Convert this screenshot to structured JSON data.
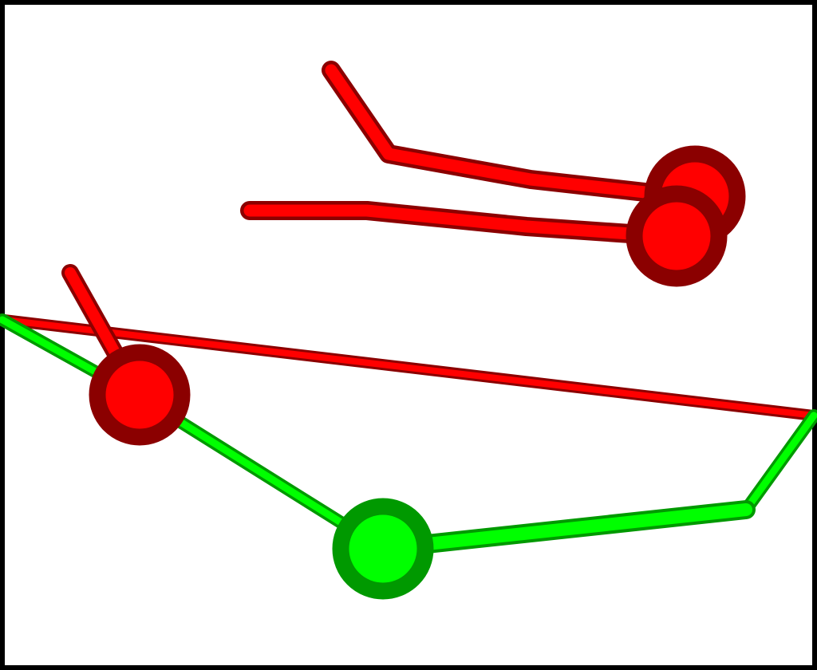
{
  "scene": {
    "background_color": "#ffffff",
    "border_color": "#000000",
    "teams": [
      {
        "team": "red",
        "fill_color": "#ff0000",
        "outline_color": "#8b0000"
      },
      {
        "team": "green",
        "fill_color": "#00ff00",
        "outline_color": "#009900"
      }
    ],
    "entities": [
      {
        "id": "red-figure-1",
        "team": "red",
        "kind": "stick-figure-with-head"
      },
      {
        "id": "red-figure-2",
        "team": "red",
        "kind": "stick-figure-with-head"
      },
      {
        "id": "red-figure-3",
        "team": "red",
        "kind": "stick-figure-with-head"
      },
      {
        "id": "red-boundary-line",
        "team": "red",
        "kind": "line"
      },
      {
        "id": "green-figure-1",
        "team": "green",
        "kind": "stick-figure-with-head"
      }
    ]
  }
}
